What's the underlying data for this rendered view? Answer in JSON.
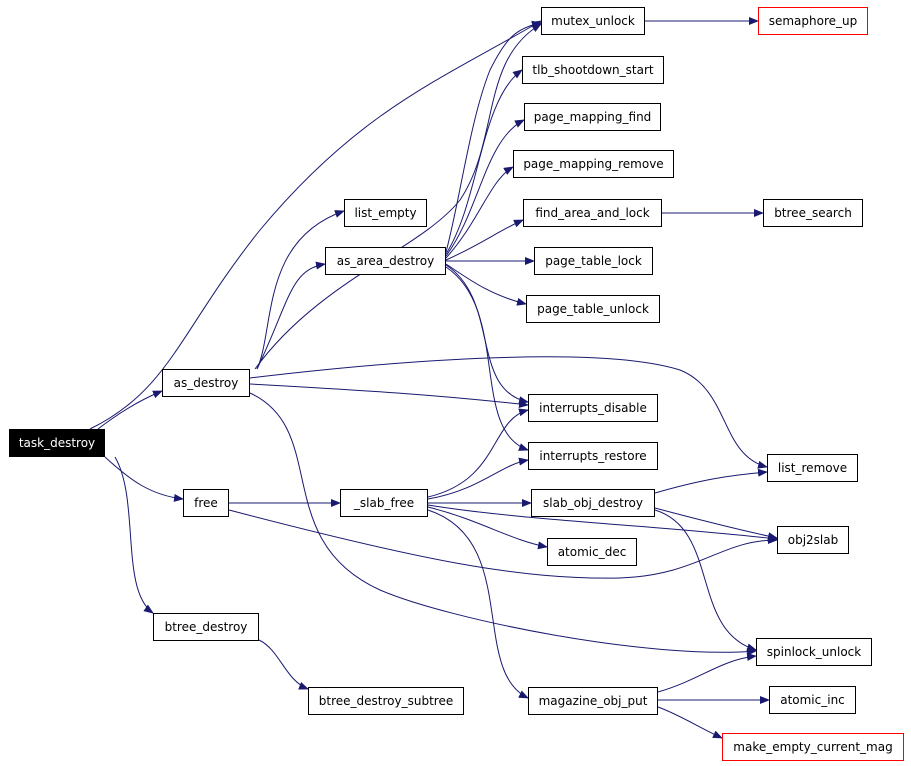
{
  "graph": {
    "edge_color": "#191970",
    "external_border_color": "#ff0000",
    "nodes": {
      "task_destroy": {
        "label": "task_destroy",
        "kind": "root"
      },
      "as_destroy": {
        "label": "as_destroy",
        "kind": "normal"
      },
      "free": {
        "label": "free",
        "kind": "normal"
      },
      "btree_destroy": {
        "label": "btree_destroy",
        "kind": "normal"
      },
      "btree_destroy_subtree": {
        "label": "btree_destroy_subtree",
        "kind": "normal"
      },
      "mutex_unlock": {
        "label": "mutex_unlock",
        "kind": "normal"
      },
      "semaphore_up": {
        "label": "semaphore_up",
        "kind": "external"
      },
      "tlb_shootdown_start": {
        "label": "tlb_shootdown_start",
        "kind": "normal"
      },
      "page_mapping_find": {
        "label": "page_mapping_find",
        "kind": "normal"
      },
      "page_mapping_remove": {
        "label": "page_mapping_remove",
        "kind": "normal"
      },
      "find_area_and_lock": {
        "label": "find_area_and_lock",
        "kind": "normal"
      },
      "btree_search": {
        "label": "btree_search",
        "kind": "normal"
      },
      "list_empty": {
        "label": "list_empty",
        "kind": "normal"
      },
      "as_area_destroy": {
        "label": "as_area_destroy",
        "kind": "normal"
      },
      "page_table_lock": {
        "label": "page_table_lock",
        "kind": "normal"
      },
      "page_table_unlock": {
        "label": "page_table_unlock",
        "kind": "normal"
      },
      "interrupts_disable": {
        "label": "interrupts_disable",
        "kind": "normal"
      },
      "interrupts_restore": {
        "label": "interrupts_restore",
        "kind": "normal"
      },
      "list_remove": {
        "label": "list_remove",
        "kind": "normal"
      },
      "_slab_free": {
        "label": "_slab_free",
        "kind": "normal"
      },
      "slab_obj_destroy": {
        "label": "slab_obj_destroy",
        "kind": "normal"
      },
      "obj2slab": {
        "label": "obj2slab",
        "kind": "normal"
      },
      "atomic_dec": {
        "label": "atomic_dec",
        "kind": "normal"
      },
      "spinlock_unlock": {
        "label": "spinlock_unlock",
        "kind": "normal"
      },
      "magazine_obj_put": {
        "label": "magazine_obj_put",
        "kind": "normal"
      },
      "atomic_inc": {
        "label": "atomic_inc",
        "kind": "normal"
      },
      "make_empty_current_mag": {
        "label": "make_empty_current_mag",
        "kind": "external"
      }
    },
    "edges": [
      [
        "task_destroy",
        "as_destroy"
      ],
      [
        "task_destroy",
        "free"
      ],
      [
        "task_destroy",
        "btree_destroy"
      ],
      [
        "task_destroy",
        "mutex_unlock"
      ],
      [
        "mutex_unlock",
        "semaphore_up"
      ],
      [
        "btree_destroy",
        "btree_destroy_subtree"
      ],
      [
        "as_destroy",
        "as_area_destroy"
      ],
      [
        "as_destroy",
        "list_empty"
      ],
      [
        "as_destroy",
        "mutex_unlock"
      ],
      [
        "as_destroy",
        "interrupts_disable"
      ],
      [
        "as_destroy",
        "list_remove"
      ],
      [
        "as_destroy",
        "spinlock_unlock"
      ],
      [
        "as_area_destroy",
        "mutex_unlock"
      ],
      [
        "as_area_destroy",
        "tlb_shootdown_start"
      ],
      [
        "as_area_destroy",
        "page_mapping_find"
      ],
      [
        "as_area_destroy",
        "page_mapping_remove"
      ],
      [
        "as_area_destroy",
        "find_area_and_lock"
      ],
      [
        "as_area_destroy",
        "page_table_lock"
      ],
      [
        "as_area_destroy",
        "page_table_unlock"
      ],
      [
        "as_area_destroy",
        "interrupts_disable"
      ],
      [
        "as_area_destroy",
        "interrupts_restore"
      ],
      [
        "find_area_and_lock",
        "btree_search"
      ],
      [
        "free",
        "_slab_free"
      ],
      [
        "free",
        "obj2slab"
      ],
      [
        "_slab_free",
        "interrupts_disable"
      ],
      [
        "_slab_free",
        "interrupts_restore"
      ],
      [
        "_slab_free",
        "slab_obj_destroy"
      ],
      [
        "_slab_free",
        "atomic_dec"
      ],
      [
        "_slab_free",
        "magazine_obj_put"
      ],
      [
        "_slab_free",
        "obj2slab"
      ],
      [
        "slab_obj_destroy",
        "list_remove"
      ],
      [
        "slab_obj_destroy",
        "obj2slab"
      ],
      [
        "slab_obj_destroy",
        "spinlock_unlock"
      ],
      [
        "magazine_obj_put",
        "spinlock_unlock"
      ],
      [
        "magazine_obj_put",
        "atomic_inc"
      ],
      [
        "magazine_obj_put",
        "make_empty_current_mag"
      ]
    ]
  }
}
